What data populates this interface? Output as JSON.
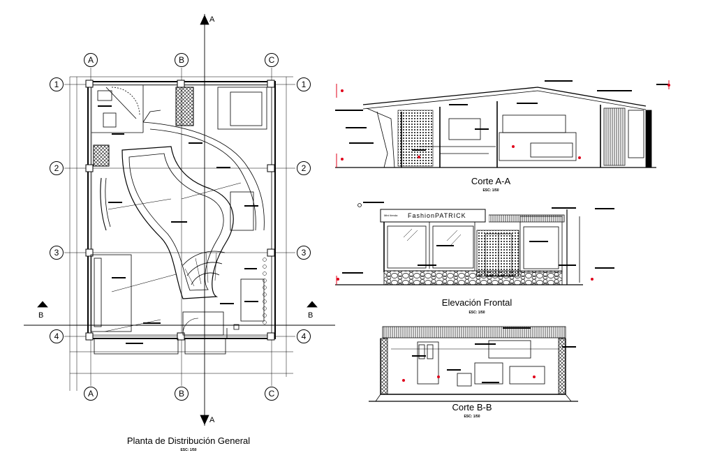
{
  "plan": {
    "title": "Planta de Distribución General",
    "scale": "ESC: 1/50",
    "grid_columns": [
      "A",
      "B",
      "C"
    ],
    "grid_rows": [
      "1",
      "2",
      "3",
      "4"
    ],
    "section_mark_a": "A",
    "section_mark_b": "B"
  },
  "section_aa": {
    "title": "Corte A-A",
    "scale": "ESC: 1/50"
  },
  "elevation": {
    "title": "Elevación Frontal",
    "scale": "ESC: 1/50",
    "sign_text": "FashionPATRICK",
    "sign_small": "Mini tienda"
  },
  "section_bb": {
    "title": "Corte B-B",
    "scale": "ESC: 1/50"
  },
  "colors": {
    "line": "#000000",
    "accent": "#e0001a",
    "background": "#ffffff"
  }
}
